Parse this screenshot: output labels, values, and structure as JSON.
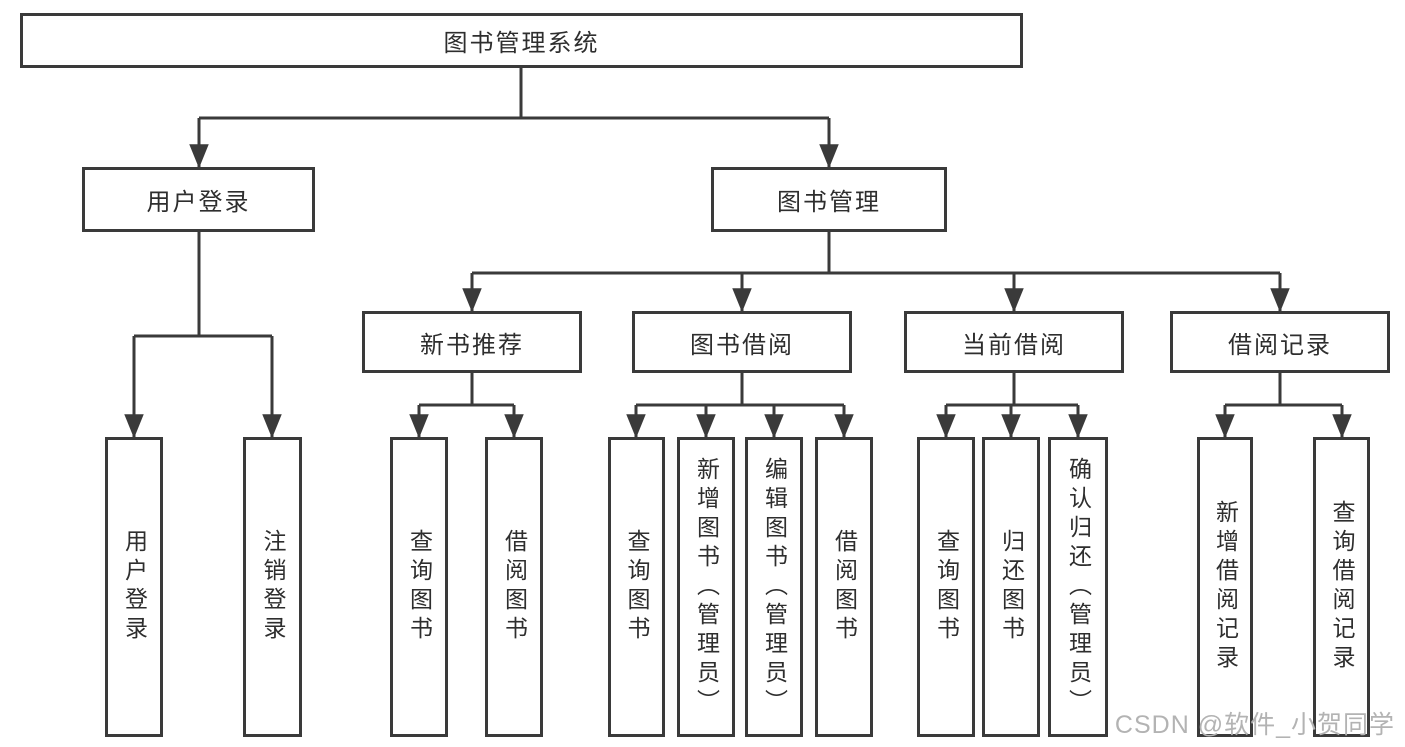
{
  "colors": {
    "line": "#3a3a3a",
    "text": "#2e2e2e",
    "bg": "#ffffff",
    "watermark": "#b3b3b3"
  },
  "tree": {
    "root": {
      "label": "图书管理系统"
    },
    "children": [
      {
        "label": "用户登录",
        "children": [
          {
            "label": "用户登录"
          },
          {
            "label": "注销登录"
          }
        ]
      },
      {
        "label": "图书管理",
        "children": [
          {
            "label": "新书推荐",
            "children": [
              {
                "label": "查询图书"
              },
              {
                "label": "借阅图书"
              }
            ]
          },
          {
            "label": "图书借阅",
            "children": [
              {
                "label": "查询图书"
              },
              {
                "label": "新增图书（管理员）"
              },
              {
                "label": "编辑图书（管理员）"
              },
              {
                "label": "借阅图书"
              }
            ]
          },
          {
            "label": "当前借阅",
            "children": [
              {
                "label": "查询图书"
              },
              {
                "label": "归还图书"
              },
              {
                "label": "确认归还（管理员）"
              }
            ]
          },
          {
            "label": "借阅记录",
            "children": [
              {
                "label": "新增借阅记录"
              },
              {
                "label": "查询借阅记录"
              }
            ]
          }
        ]
      }
    ]
  },
  "watermark": "CSDN @软件_小贺同学"
}
